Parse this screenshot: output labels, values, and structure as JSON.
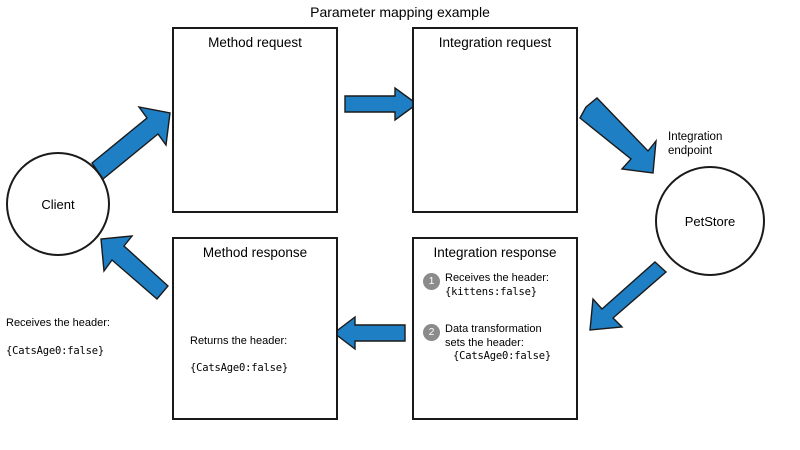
{
  "diagram": {
    "title": "Parameter mapping example",
    "arrow_color": "#1f7fc4",
    "arrow_outline_color": "#1a1a1a",
    "step_badge_color": "#8b8b8b",
    "box_border_color": "#1a1a1a"
  },
  "nodes": {
    "client": {
      "label": "Client",
      "note_line1": "Receives the header:",
      "note_line2": "{CatsAge0:false}"
    },
    "method_request": {
      "title": "Method request"
    },
    "integration_request": {
      "title": "Integration request"
    },
    "integration_endpoint": {
      "caption": "Integration\nendpoint",
      "label": "PetStore"
    },
    "integration_response": {
      "title": "Integration response",
      "steps": [
        {
          "number": "1",
          "text_line1": "Receives the header:",
          "text_mono": "{kittens:false}"
        },
        {
          "number": "2",
          "text_line1": "Data transformation",
          "text_line2": "sets the header:",
          "text_mono": "{CatsAge0:false}"
        }
      ]
    },
    "method_response": {
      "title": "Method response",
      "body_line1": "Returns the header:",
      "body_mono": "{CatsAge0:false}"
    }
  },
  "arrows": [
    {
      "name": "client-to-method-request",
      "direction": "up-right"
    },
    {
      "name": "method-request-to-integration-request",
      "direction": "right"
    },
    {
      "name": "integration-request-to-endpoint",
      "direction": "down-right"
    },
    {
      "name": "endpoint-to-integration-response",
      "direction": "down-left"
    },
    {
      "name": "integration-response-to-method-response",
      "direction": "left"
    },
    {
      "name": "method-response-to-client",
      "direction": "up-left"
    }
  ]
}
